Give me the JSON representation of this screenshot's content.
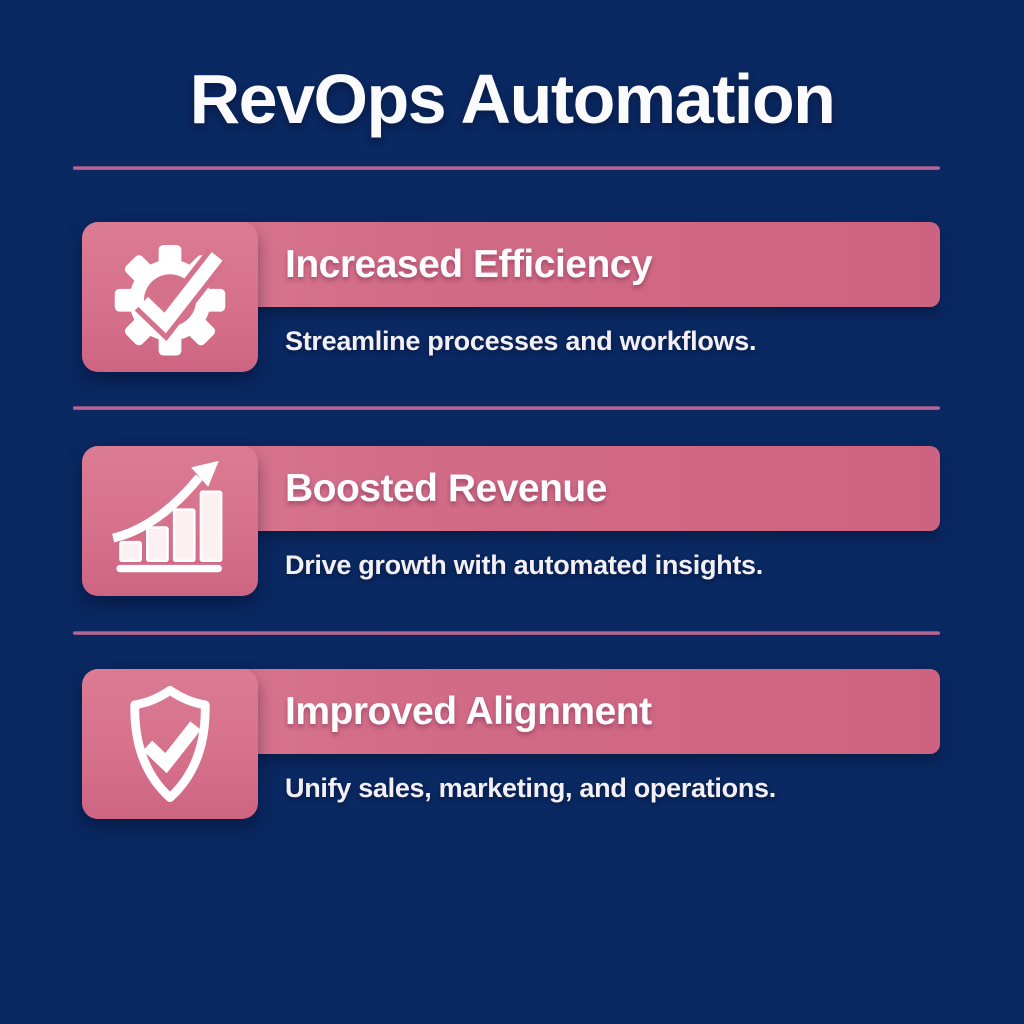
{
  "page": {
    "title": "RevOps Automation"
  },
  "colors": {
    "background_navy": "#0a2861",
    "banner_pink": "#cd6380",
    "tile_pink": "#d6718c",
    "divider_mauve": "#c06f9a",
    "text_white": "#fbfbfd"
  },
  "sections": [
    {
      "id": "efficiency",
      "icon": "gear-check-icon",
      "title": "Increased Efficiency",
      "subtitle": "Streamline processes and workflows."
    },
    {
      "id": "revenue",
      "icon": "growth-chart-icon",
      "title": "Boosted Revenue",
      "subtitle": "Drive growth with automated insights."
    },
    {
      "id": "alignment",
      "icon": "shield-check-icon",
      "title": "Improved Alignment",
      "subtitle": "Unify sales, marketing, and operations."
    }
  ]
}
